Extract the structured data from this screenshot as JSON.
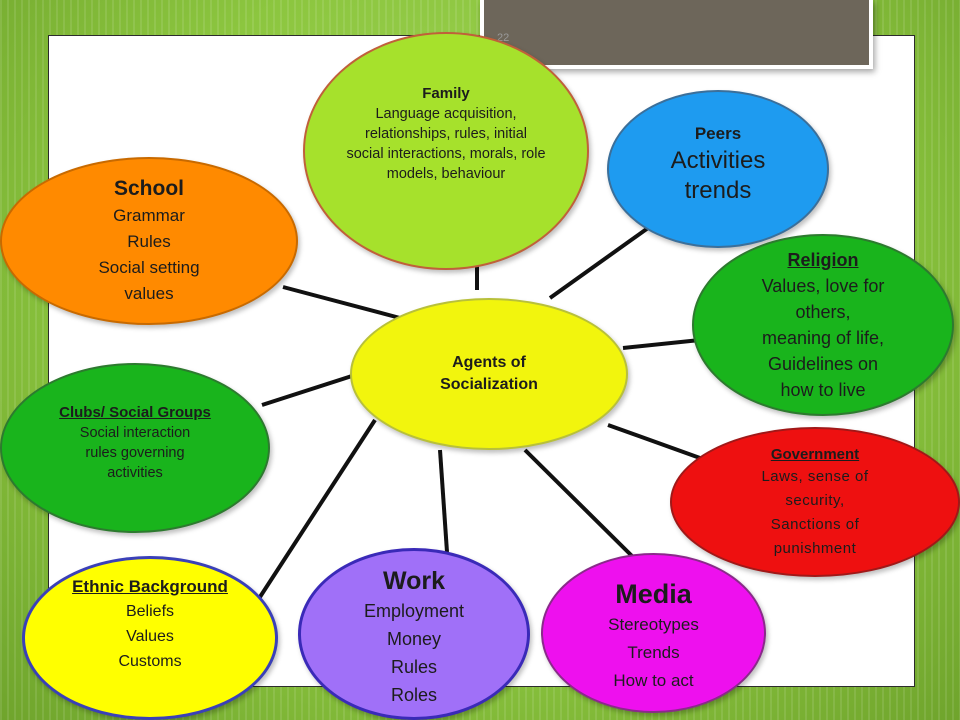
{
  "slide": {
    "number": "22"
  },
  "center": {
    "title": "Agents of Socialization"
  },
  "agents": {
    "family": {
      "title": "Family",
      "text": "Language acquisition, relationships, rules, initial social interactions, morals, role models, behaviour",
      "color": "#a6e12c"
    },
    "peers": {
      "title": "Peers",
      "lines": [
        "Activities",
        "trends"
      ],
      "color": "#1e9bf0"
    },
    "school": {
      "title": "School",
      "lines": [
        "Grammar",
        "Rules",
        "Social setting",
        "values"
      ],
      "color": "#ff8a00"
    },
    "religion": {
      "title": "Religion",
      "lines": [
        "Values, love for",
        "others,",
        "meaning of life,",
        "Guidelines on",
        "how to live"
      ],
      "color": "#19b41c"
    },
    "clubs": {
      "title": "Clubs/ Social Groups",
      "lines": [
        "Social interaction",
        "rules governing",
        "activities"
      ],
      "color": "#19b41c"
    },
    "government": {
      "title": "Government",
      "lines": [
        "Laws, sense of",
        "security,",
        "Sanctions of",
        "punishment"
      ],
      "color": "#ee1010"
    },
    "ethnic": {
      "title": "Ethnic Background",
      "lines": [
        "Beliefs",
        "Values",
        "Customs"
      ],
      "color": "#ffff00"
    },
    "work": {
      "title": "Work",
      "lines": [
        "Employment",
        "Money",
        "Rules",
        "Roles"
      ],
      "color": "#a070f8"
    },
    "media": {
      "title": "Media",
      "lines": [
        "Stereotypes",
        "Trends",
        "How to act"
      ],
      "color": "#ee10ee"
    }
  }
}
